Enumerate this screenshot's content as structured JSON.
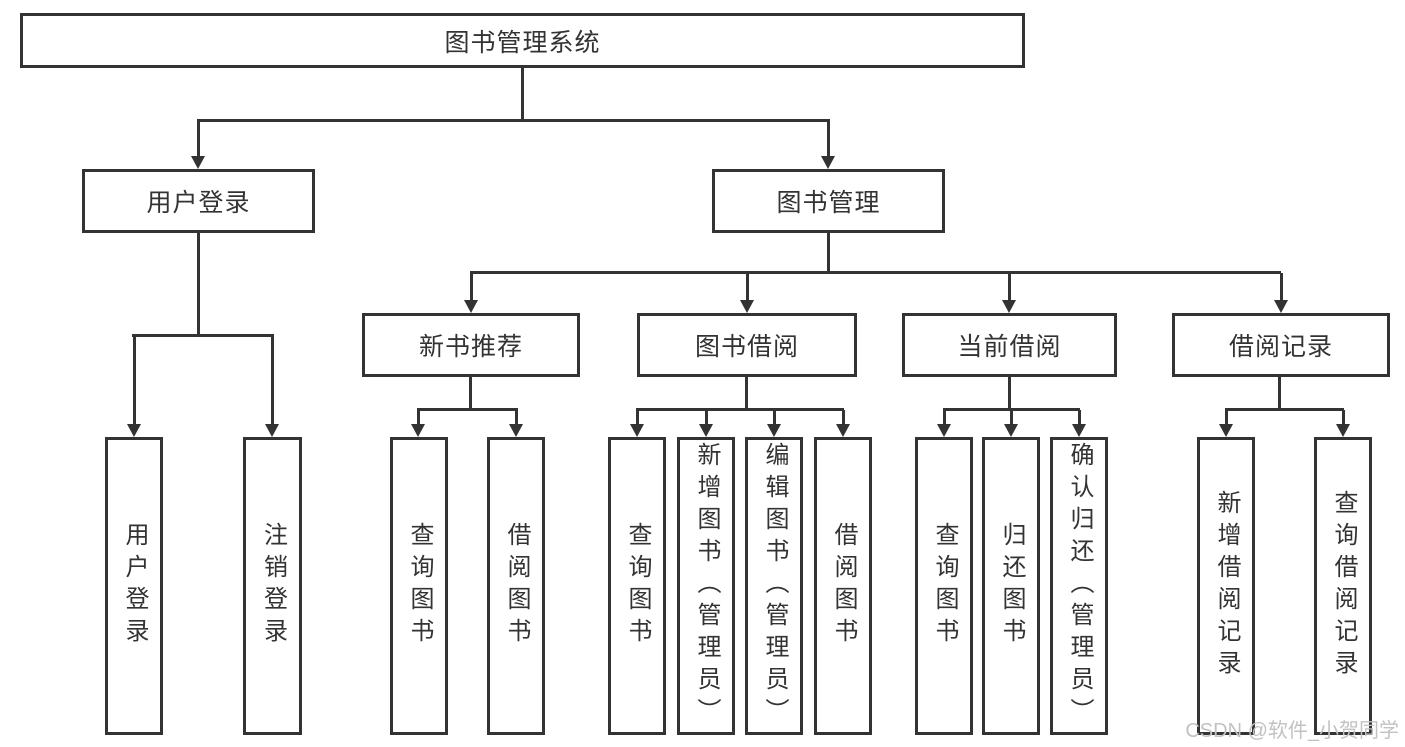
{
  "watermark": "CSDN @软件_小贺同学",
  "colors": {
    "line": "#333333",
    "text": "#333333",
    "watermark": "#c2c2c2",
    "background": "#ffffff"
  },
  "tree": {
    "root": {
      "label": "图书管理系统"
    },
    "level2": [
      {
        "label": "用户登录",
        "children": [
          {
            "label": "用户登录"
          },
          {
            "label": "注销登录"
          }
        ]
      },
      {
        "label": "图书管理",
        "children": [
          {
            "label": "新书推荐",
            "children": [
              {
                "label": "查询图书"
              },
              {
                "label": "借阅图书"
              }
            ]
          },
          {
            "label": "图书借阅",
            "children": [
              {
                "label": "查询图书"
              },
              {
                "label": "新增图书（管理员）"
              },
              {
                "label": "编辑图书（管理员）"
              },
              {
                "label": "借阅图书"
              }
            ]
          },
          {
            "label": "当前借阅",
            "children": [
              {
                "label": "查询图书"
              },
              {
                "label": "归还图书"
              },
              {
                "label": "确认归还（管理员）"
              }
            ]
          },
          {
            "label": "借阅记录",
            "children": [
              {
                "label": "新增借阅记录"
              },
              {
                "label": "查询借阅记录"
              }
            ]
          }
        ]
      }
    ]
  }
}
